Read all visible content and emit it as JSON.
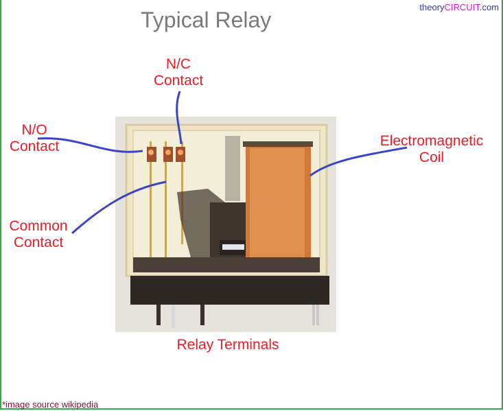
{
  "title": "Typical Relay",
  "brand": {
    "prefix": "theory",
    "middle": "CIRCUIT",
    "suffix": ".com"
  },
  "labels": {
    "nc_line1": "N/C",
    "nc_line2": "Contact",
    "no_line1": "N/O",
    "no_line2": "Contact",
    "common_line1": "Common",
    "common_line2": "Contact",
    "coil_line1": "Electromagnetic",
    "coil_line2": "Coil",
    "terminals": "Relay Terminals"
  },
  "footer": {
    "source": "*image source wikipedia"
  },
  "colors": {
    "label": "#ee1c25",
    "leader": "#3a44c8",
    "title": "#7a7a7a",
    "border": "#3aa64a",
    "brand_main": "#3c3c9a",
    "brand_accent": "#d01cd0"
  }
}
